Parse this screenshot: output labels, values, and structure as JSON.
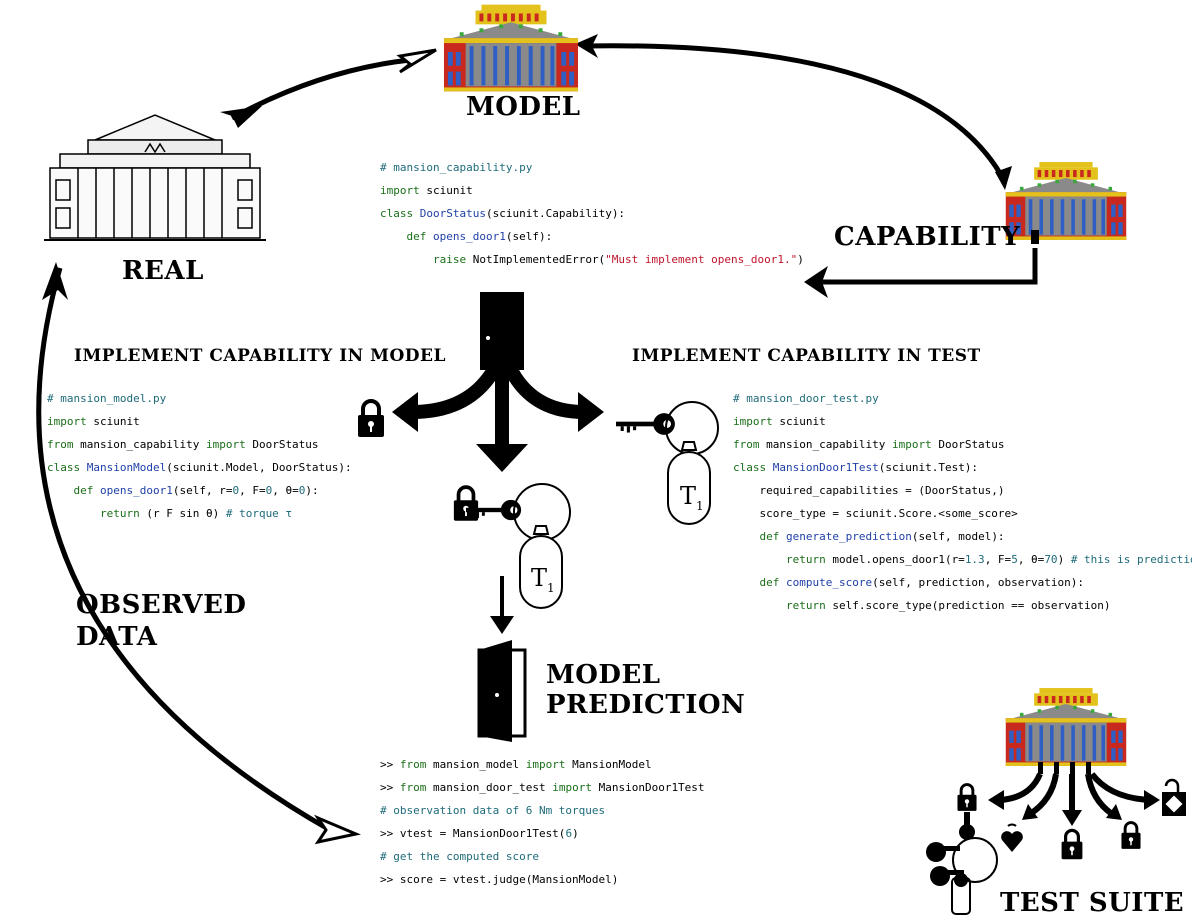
{
  "labels": {
    "model": "MODEL",
    "real": "REAL",
    "capability": "CAPABILITY",
    "impl_model": "IMPLEMENT CAPABILITY IN MODEL",
    "impl_test": "IMPLEMENT CAPABILITY IN TEST",
    "observed_line1": "OBSERVED",
    "observed_line2": "DATA",
    "prediction_line1": "MODEL",
    "prediction_line2": "PREDICTION",
    "test_suite": "TEST SUITE"
  },
  "tags": {
    "t_sym": "T",
    "t_sub": "1"
  },
  "code": {
    "capability": {
      "l1": "# mansion_capability.py",
      "l2a": "import",
      "l2b": " sciunit",
      "l3a": "class ",
      "l3b": "DoorStatus",
      "l3c": "(sciunit.Capability):",
      "l4i": "    ",
      "l4a": "def ",
      "l4b": "opens_door1",
      "l4c": "(self):",
      "l5i": "        ",
      "l5a": "raise",
      "l5b": " NotImplementedError(",
      "l5c": "\"Must implement opens_door1.\"",
      "l5d": ")"
    },
    "model": {
      "l1": "# mansion_model.py",
      "l2a": "import",
      "l2b": " sciunit",
      "l3a": "from",
      "l3b": " mansion_capability ",
      "l3c": "import",
      "l3d": " DoorStatus",
      "l4a": "class ",
      "l4b": "MansionModel",
      "l4c": "(sciunit.Model, DoorStatus):",
      "l5i": "    ",
      "l5a": "def ",
      "l5b": "opens_door1",
      "l5c": "(self, r=",
      "l5d": "0",
      "l5e": ", F=",
      "l5f": "0",
      "l5g": ", θ=",
      "l5h": "0",
      "l5j": "):",
      "l6i": "        ",
      "l6a": "return",
      "l6b": " (r F sin θ) ",
      "l6c": "# torque τ"
    },
    "test": {
      "l1": "# mansion_door_test.py",
      "l2a": "import",
      "l2b": " sciunit",
      "l3a": "from",
      "l3b": " mansion_capability ",
      "l3c": "import",
      "l3d": " DoorStatus",
      "l4a": "class ",
      "l4b": "MansionDoor1Test",
      "l4c": "(sciunit.Test):",
      "l5": "    required_capabilities = (DoorStatus,)",
      "l6": "    score_type = sciunit.Score.<some_score>",
      "l7i": "    ",
      "l7a": "def ",
      "l7b": "generate_prediction",
      "l7c": "(self, model):",
      "l8i": "        ",
      "l8a": "return",
      "l8b": " model.opens_door1(r=",
      "l8c": "1.3",
      "l8d": ", F=",
      "l8e": "5",
      "l8f": ", θ=",
      "l8g": "70",
      "l8h": ") ",
      "l8j": "# this is prediction",
      "l9i": "    ",
      "l9a": "def ",
      "l9b": "compute_score",
      "l9c": "(self, prediction, observation):",
      "l10i": "        ",
      "l10a": "return",
      "l10b": " self.score_type(prediction == observation)"
    },
    "session": {
      "l1a": ">> ",
      "l1b": "from",
      "l1c": " mansion_model ",
      "l1d": "import",
      "l1e": " MansionModel",
      "l2a": ">> ",
      "l2b": "from",
      "l2c": " mansion_door_test ",
      "l2d": "import",
      "l2e": " MansionDoor1Test",
      "l3": "# observation data of 6 Nm torques",
      "l4a": ">> vtest = MansionDoor1Test(",
      "l4b": "6",
      "l4c": ")",
      "l5": "# get the computed score",
      "l6": ">> score = vtest.judge(MansionModel)"
    }
  },
  "colors": {
    "comment": "#1f6b7a",
    "keyword": "#1a6e1a",
    "name": "#1f3fa8",
    "string": "#c0152b",
    "building_red": "#c8281e",
    "building_yellow": "#e3c21c",
    "building_blue": "#2f5fc4",
    "building_green": "#3aa83a",
    "building_gray": "#8a8a8a"
  },
  "icons": [
    "pixel-mansion-icon",
    "real-theatre-icon",
    "door-closed-icon",
    "door-open-icon",
    "padlock-icon",
    "key-icon",
    "key-ring-icon",
    "tag-t1-icon",
    "heart-lock-icon",
    "sign-lock-icon"
  ]
}
